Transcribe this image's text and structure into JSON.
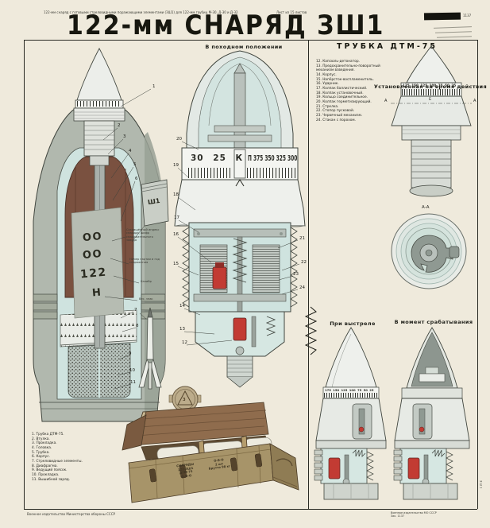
{
  "colors": {
    "paper": "#efeadc",
    "ink": "#22231e",
    "cutaway_fill": "#cfe3df",
    "pental_brown": "#7a5140",
    "detonator_red": "#c23b33",
    "crate_wood": "#a79469",
    "lid_brown": "#8f6c4d"
  },
  "header": {
    "small_left": "122-мм снаряд с готовыми стреловидными поражающими элементами (ЗШ1) для 122-мм гаубиц М-30, Д-30 и Д-32",
    "small_center": "Лист из 15 листов",
    "title": "122-мм СНАРЯД ЗШ1",
    "inv_no": "1137"
  },
  "labels": {
    "travel": "В походном положении",
    "fuze_title": "ТРУБКА ДТМ-75",
    "time_set": "Установленная на время действия",
    "at_firing": "При выстреле",
    "at_action": "В момент срабатывания",
    "section_aa": "А-А",
    "marker_a": "А",
    "marker_b": "Б"
  },
  "dials": {
    "main_left": "30 25 К",
    "main_right": "П 375 350 325 300",
    "exterior": "175 150 125 100 75 50 25",
    "firing": "175 150 125 100 75 50 25"
  },
  "markings": {
    "index": "ОО",
    "batch": "ОО",
    "caliber": "122",
    "weight": "Н",
    "container": "Ш1",
    "seal": "З",
    "label_index": "Сокращённый индекс снаряда, шифр снаряжательного завода",
    "label_batch": "Номер партии и год снаряжения",
    "label_caliber": "Калибр",
    "label_weight": "Вес. знак"
  },
  "shell_parts": [
    "1. Трубка ДТМ-75.",
    "2. Втулка.",
    "3. Прокладка.",
    "4. Головка.",
    "5. Трубка.",
    "6. Корпус.",
    "7. Стреловидные элементы.",
    "8. Диафрагма.",
    "9. Ведущий поясок.",
    "10. Прокладка.",
    "11. Вышибной заряд."
  ],
  "fuze_parts": [
    "12. Капсюль-детонатор.",
    "13. Предохранительно-поворотный механизм взведения.",
    "14. Корпус.",
    "15. Напёрсток-воспламенитель.",
    "16. Ударник.",
    "17. Колпак баллистический.",
    "18. Колпак установочный.",
    "19. Кольцо соединительное.",
    "20. Колпак герметизирующий.",
    "21. Стрелка.",
    "22. Стопор пусковой.",
    "23. Червячный механизм.",
    "24. Стакан с порохом."
  ],
  "callouts": {
    "shell": [
      "1",
      "2",
      "3",
      "4",
      "5",
      "6",
      "7",
      "8",
      "9",
      "10",
      "11"
    ],
    "fuze_left": [
      "20",
      "19",
      "18",
      "17",
      "16",
      "15",
      "14",
      "13",
      "12"
    ],
    "fuze_right": [
      "21",
      "22",
      "23",
      "24"
    ]
  },
  "crate": {
    "stencil_left": [
      "СНАРЯДЫ",
      "122-ЗШ1",
      "ДТМ-75",
      "О-О-О"
    ],
    "stencil_right": [
      "О-В-О",
      "2 шт",
      "Брутто 98 кг"
    ]
  },
  "footer": {
    "left": "Военное издательство Министерства обороны СССР",
    "right_1": "Военное издательство МО СССР",
    "right_2": "Зак. 1137",
    "side": "ЗШ1"
  }
}
